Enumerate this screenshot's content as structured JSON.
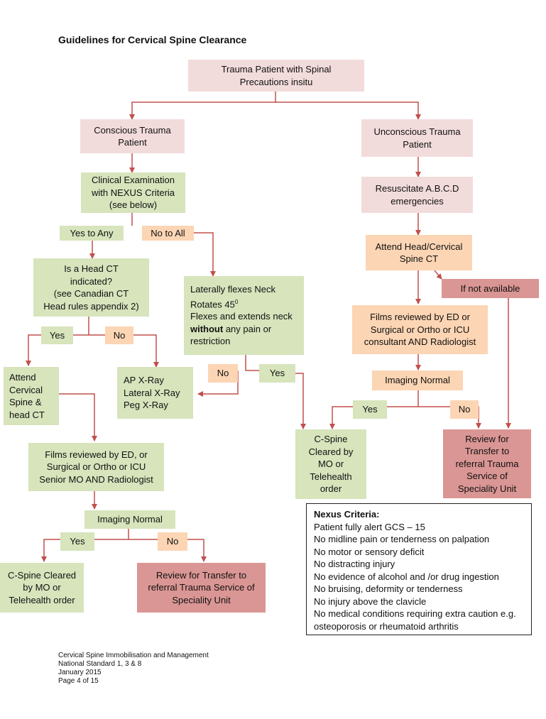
{
  "title": "Guidelines for Cervical Spine Clearance",
  "nodes": {
    "trauma_patient": "Trauma Patient with Spinal\nPrecautions insitu",
    "conscious": "Conscious Trauma\nPatient",
    "unconscious": "Unconscious Trauma\nPatient",
    "clinical_exam": "Clinical Examination\nwith NEXUS Criteria\n(see below)",
    "resuscitate": "Resuscitate A.B.C.D\nemergencies",
    "yes_to_any": "Yes to Any",
    "no_to_all": "No to All",
    "attend_head_ct": "Attend Head/Cervical\nSpine CT",
    "head_ct_indicated": "Is a Head CT\nindicated?\n(see Canadian CT\nHead rules  appendix 2)",
    "lat_line1": "Laterally flexes Neck",
    "lat_line2": "Rotates 45",
    "lat_sup": "0",
    "lat_line3": "Flexes and extends neck",
    "lat_bold": "without",
    "lat_line4": " any pain or",
    "lat_line5": "restriction",
    "if_not_available": "If not available",
    "films_reviewed_right": "Films reviewed by ED or\nSurgical or Ortho or ICU\nconsultant AND Radiologist",
    "yes_1": "Yes",
    "no_1": "No",
    "attend_cervical": "Attend\nCervical\nSpine &\nhead CT",
    "xray": "AP X-Ray\nLateral X-Ray\nPeg X-Ray",
    "no_2": "No",
    "yes_2": "Yes",
    "imaging_normal_right": "Imaging Normal",
    "yes_3": "Yes",
    "no_3": "No",
    "cspine_cleared_mid": "C-Spine\nCleared by\nMO or\nTelehealth\norder",
    "review_transfer_right": "Review for\nTransfer to\nreferral Trauma\nService of\nSpeciality Unit",
    "films_reviewed_left": "Films reviewed by ED, or\nSurgical or Ortho or ICU\nSenior MO AND Radiologist",
    "imaging_normal_left": "Imaging Normal",
    "yes_4": "Yes",
    "no_4": "No",
    "cspine_cleared_left": "C-Spine Cleared\nby MO or\nTelehealth order",
    "review_transfer_left": "Review for Transfer to\nreferral Trauma Service of\nSpeciality Unit"
  },
  "nexus": {
    "heading": "Nexus Criteria:",
    "items": [
      "Patient fully alert GCS – 15",
      "No midline pain or tenderness on palpation",
      "No motor or sensory deficit",
      "No distracting injury",
      "No evidence of alcohol and /or drug ingestion",
      "No bruising, deformity or tenderness",
      "No injury above the clavicle",
      "No medical conditions requiring extra caution e.g.",
      "osteoporosis or rheumatoid arthritis"
    ]
  },
  "footer": [
    "Cervical Spine Immobilisation and Management",
    "National Standard 1, 3 & 8",
    "January 2015",
    "Page 4 of 15"
  ],
  "colors": {
    "pink": "#f2dcdb",
    "green": "#d7e4bc",
    "peach": "#fcd5b4",
    "red": "#da9694",
    "arrow": "#c0504d"
  }
}
